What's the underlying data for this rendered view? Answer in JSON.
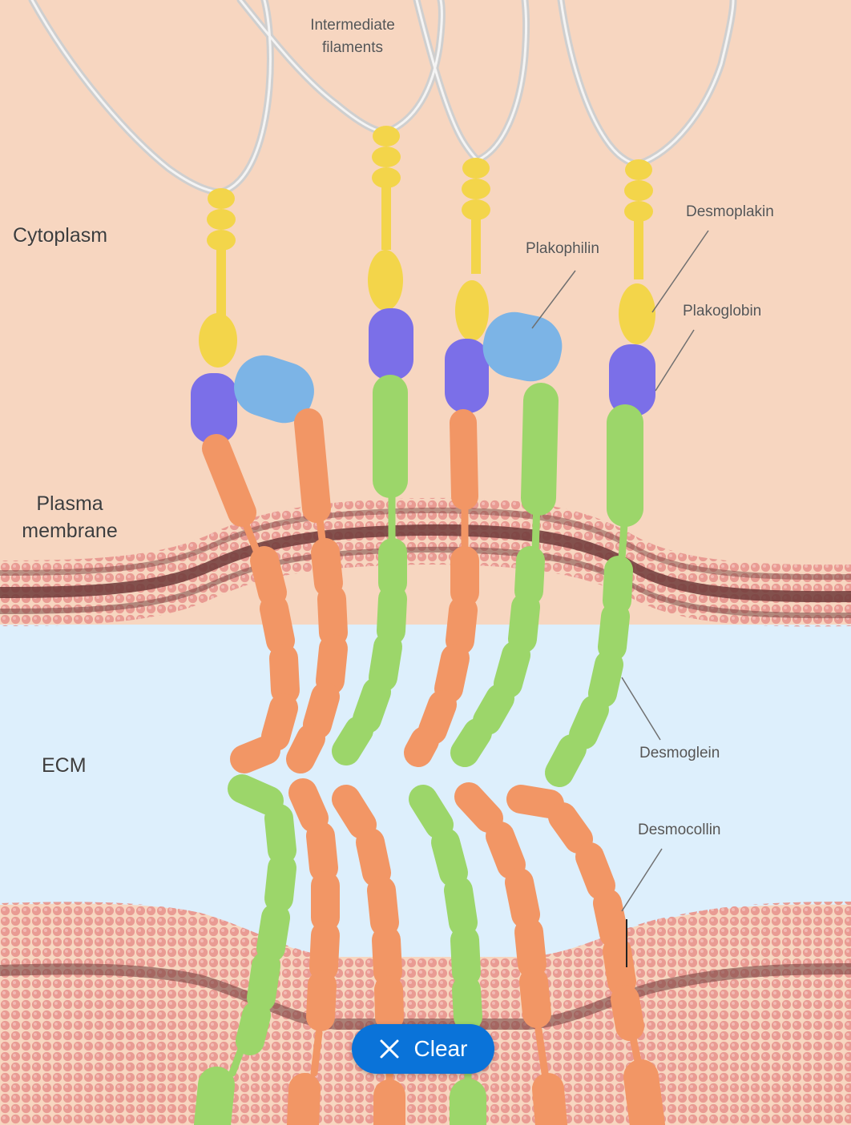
{
  "colors": {
    "cytoplasm": "#f7d6c0",
    "ecm": "#ddeffc",
    "membrane_head": "#e89a92",
    "membrane_dark": "#6e3a38",
    "filament": "#e3e3e3",
    "desmoplakin": "#f3d54a",
    "plakoglobin": "#7b6fe8",
    "plakophilin": "#7cb4e6",
    "desmoglein": "#9cd66a",
    "desmocollin": "#f29665",
    "clear_button": "#0a73d9"
  },
  "labels": {
    "intermediate_filaments": "Intermediate filaments",
    "cytoplasm": "Cytoplasm",
    "plasma_membrane": "Plasma membrane",
    "ecm": "ECM",
    "plakophilin": "Plakophilin",
    "desmoplakin": "Desmoplakin",
    "plakoglobin": "Plakoglobin",
    "desmoglein": "Desmoglein",
    "desmocollin": "Desmocollin"
  },
  "clear_button": {
    "label": "Clear",
    "icon": "close-icon"
  }
}
